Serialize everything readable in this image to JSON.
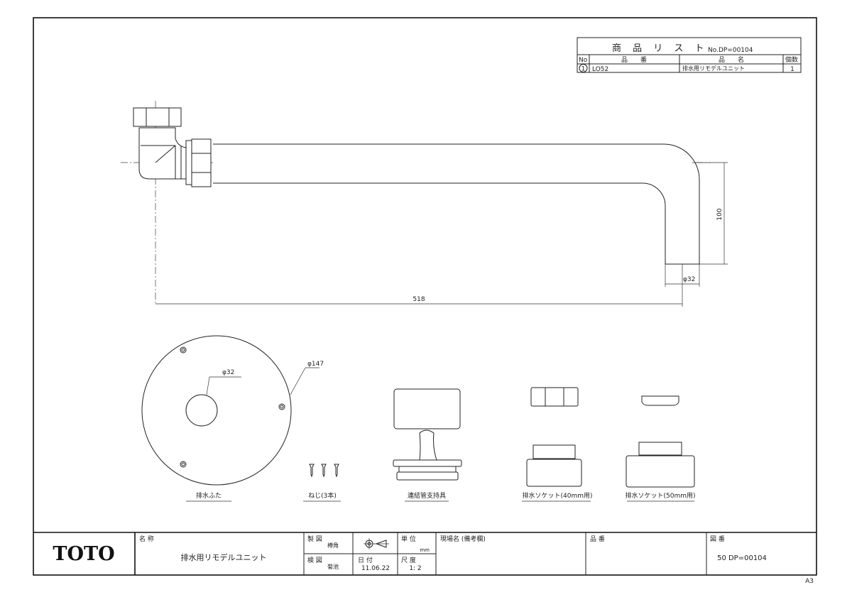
{
  "parts_list": {
    "title": "商 品 リ ス ト",
    "doc_no": "No.DP=00104",
    "headers": {
      "no": "No",
      "part_no": "品　　番",
      "part_name": "品　　名",
      "qty": "個数"
    },
    "rows": [
      {
        "no": "1",
        "part_no": "LO52",
        "part_name": "排水用リモデルユニット",
        "qty": "1"
      }
    ]
  },
  "dimensions": {
    "height": "100",
    "pipe_dia": "φ32",
    "length": "518",
    "cover_dia": "φ147",
    "hole_dia": "φ32"
  },
  "components": [
    {
      "label": "排水ふた"
    },
    {
      "label": "ねじ(3本)"
    },
    {
      "label": "連結管支持具"
    },
    {
      "label": "排水ソケット(40mm用)"
    },
    {
      "label": "排水ソケット(50mm用)"
    }
  ],
  "title_block": {
    "logo": "TOTO",
    "name_label": "名 称",
    "name": "排水用リモデルユニット",
    "drawn_label": "製 図",
    "drawn_by": "樽角",
    "checked_label": "検 図",
    "checked_by": "菊池",
    "date_label": "日 付",
    "date": "11.06.22",
    "unit_label": "単 位",
    "unit": "mm",
    "scale_label": "尺 度",
    "scale": "1: 2",
    "site_label": "現場名 (備考欄)",
    "product_no_label": "品 番",
    "drawing_no_label": "図 番",
    "drawing_no": "50 DP=00104",
    "sheet_size": "A3"
  }
}
